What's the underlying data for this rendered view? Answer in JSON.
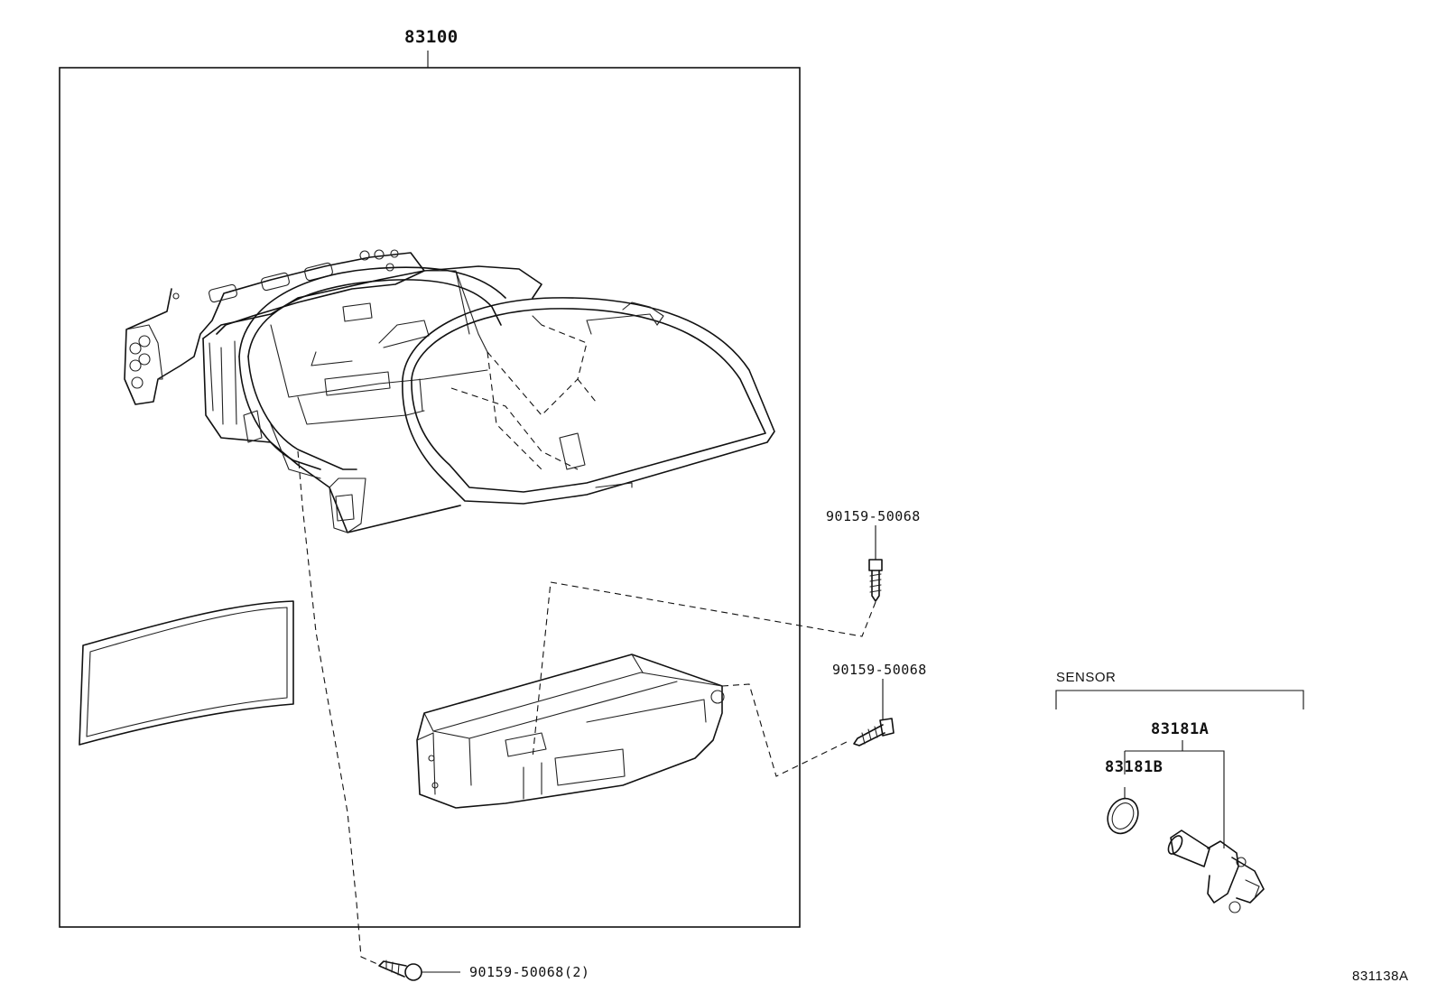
{
  "diagram": {
    "assembly_label": "83100",
    "screw_label_top": "90159-50068",
    "screw_label_mid": "90159-50068",
    "screw_label_bottom": "90159-50068(2)",
    "sensor_group_label": "SENSOR",
    "sensor_label": "83181A",
    "oring_label": "83181B",
    "figure_id": "831138A"
  }
}
